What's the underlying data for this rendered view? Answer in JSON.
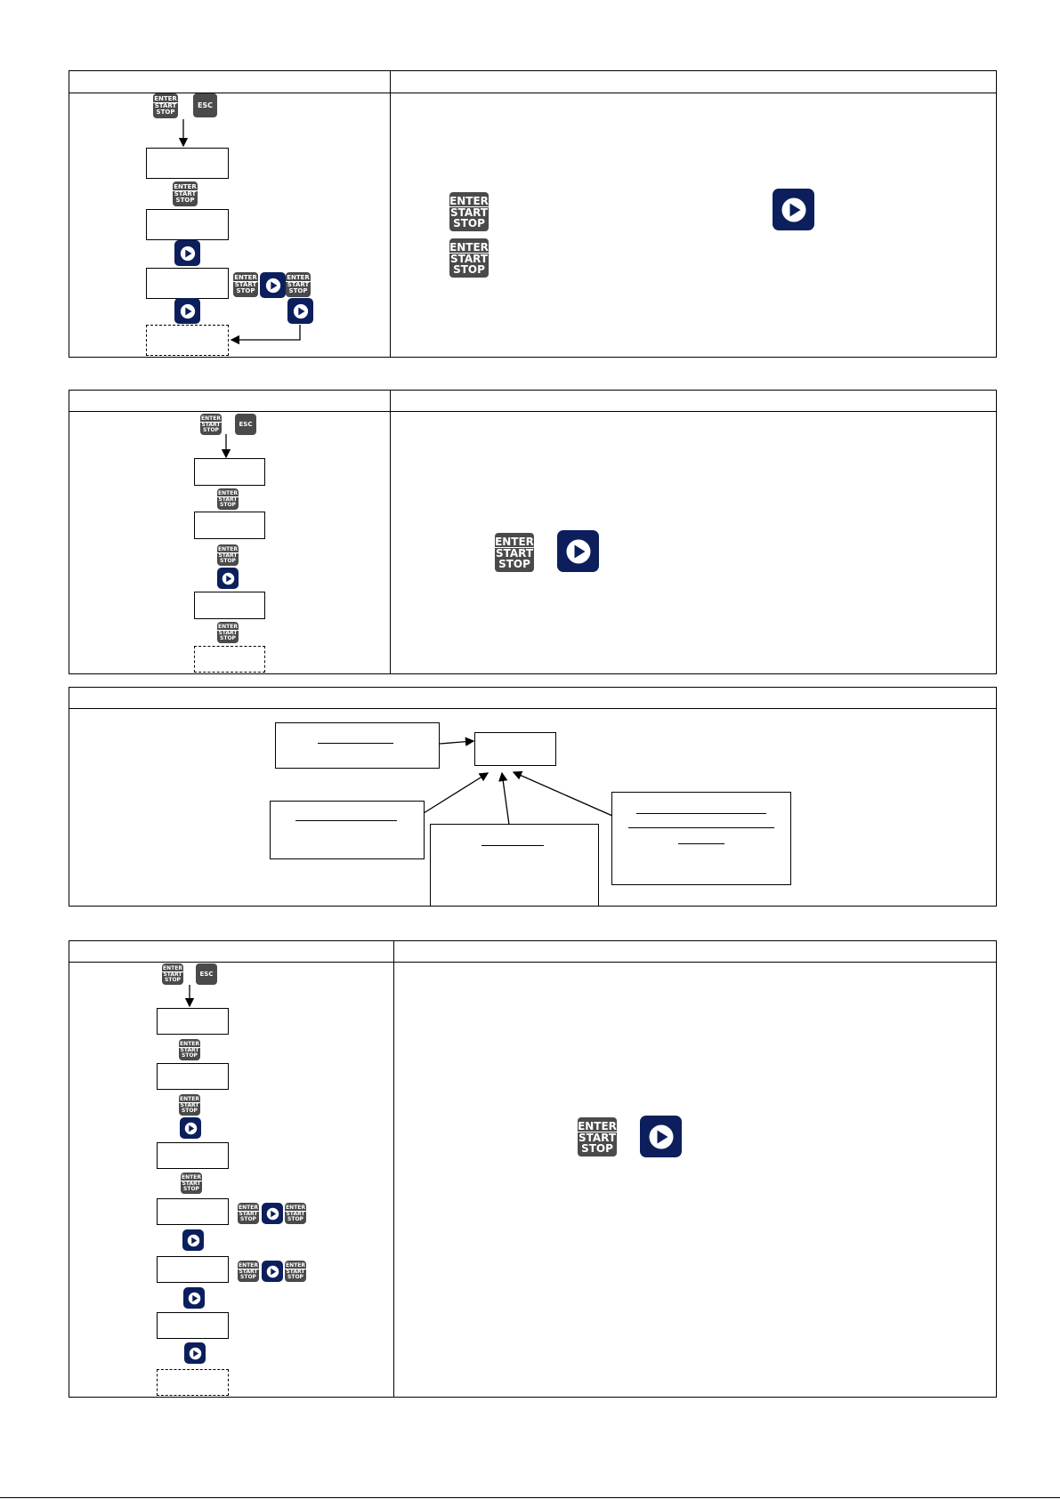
{
  "keys": {
    "enter_top": "ENTER",
    "enter_bottom_1": "START",
    "enter_bottom_2": "STOP",
    "esc": "ESC"
  },
  "icons": {
    "enter_key": "enter-start-stop-key-icon",
    "esc_key": "esc-key-icon",
    "next_key": "play-right-arrow-icon"
  },
  "colors": {
    "key_gray": "#4a4a4a",
    "play_blue": "#0c1f5c"
  }
}
